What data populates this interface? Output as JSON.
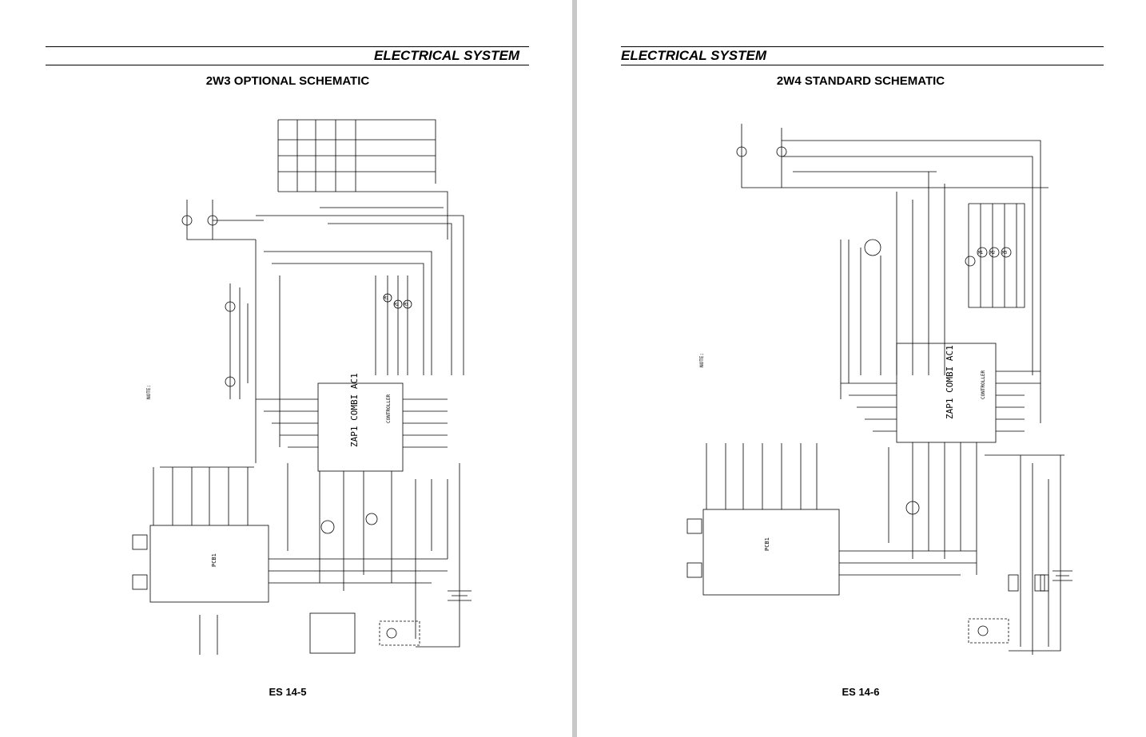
{
  "left_page": {
    "header": "ELECTRICAL SYSTEM",
    "title": "2W3 OPTIONAL SCHEMATIC",
    "footer": "ES 14-5",
    "controller_label": "ZAP1 COMBI AC1",
    "controller_side_label": "CONTROLLER",
    "pcb_label": "PCB1",
    "note_label": "NOTE:",
    "motor_labels": [
      "M1",
      "M2",
      "M3"
    ]
  },
  "right_page": {
    "header": "ELECTRICAL SYSTEM",
    "title": "2W4 STANDARD SCHEMATIC",
    "footer": "ES 14-6",
    "controller_label": "ZAP1 COMBI AC1",
    "controller_side_label": "CONTROLLER",
    "pcb_label": "PCB1",
    "note_label": "NOTE:",
    "motor_labels": [
      "M1",
      "M2",
      "M3"
    ]
  },
  "colors": {
    "page": "#ffffff",
    "gutter": "#c8c8c8",
    "ink": "#000000"
  }
}
